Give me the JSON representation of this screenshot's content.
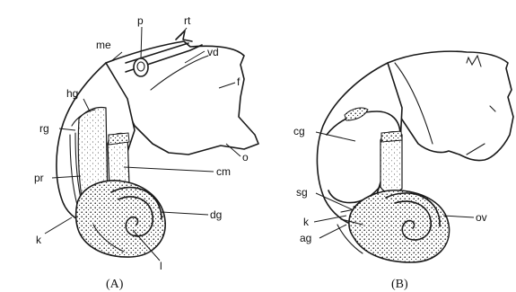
{
  "panel_a": {
    "caption": "(A)",
    "labels": {
      "me": "me",
      "p": "p",
      "rt": "rt",
      "vd": "vd",
      "f": "f",
      "hg": "hg",
      "rg": "rg",
      "pr": "pr",
      "cm": "cm",
      "o": "o",
      "dg": "dg",
      "k": "k",
      "l": "l"
    }
  },
  "panel_b": {
    "caption": "(B)",
    "labels": {
      "cg": "cg",
      "sg": "sg",
      "k": "k",
      "ag": "ag",
      "ov": "ov"
    }
  }
}
